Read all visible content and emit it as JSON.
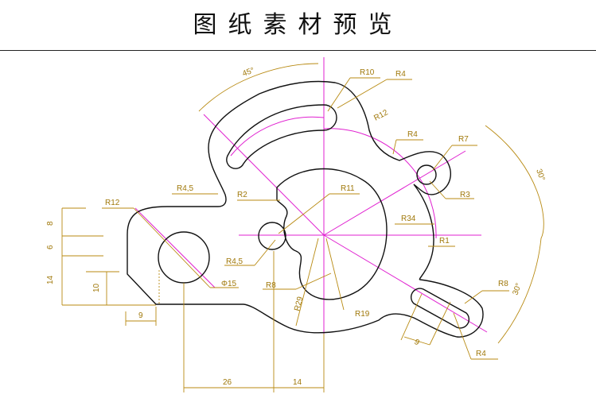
{
  "title": "图纸素材预览",
  "dimensions": {
    "r10": "R10",
    "r4_top": "R4",
    "r12_top": "R12",
    "r4_mid": "R4",
    "r7": "R7",
    "angle45": "45°",
    "angle30_top": "30°",
    "angle30_bottom": "30°",
    "r3": "R3",
    "r45_top": "R4,5",
    "r2": "R2",
    "r11": "R11",
    "r34": "R34",
    "r1": "R1",
    "r12_left": "R12",
    "r45_mid": "R4,5",
    "phi15": "Φ15",
    "r8_mid": "R8",
    "r29": "R29",
    "r19": "R19",
    "r8_right": "R8",
    "r4_bottom": "R4",
    "d8": "8",
    "d6": "6",
    "d14_left": "14",
    "d10": "10",
    "d9_left": "9",
    "d26": "26",
    "d14_bottom": "14",
    "d9_slot": "9"
  },
  "colors": {
    "outline": "#111111",
    "center_line": "#e020d0",
    "dimension": "#b88a12"
  }
}
